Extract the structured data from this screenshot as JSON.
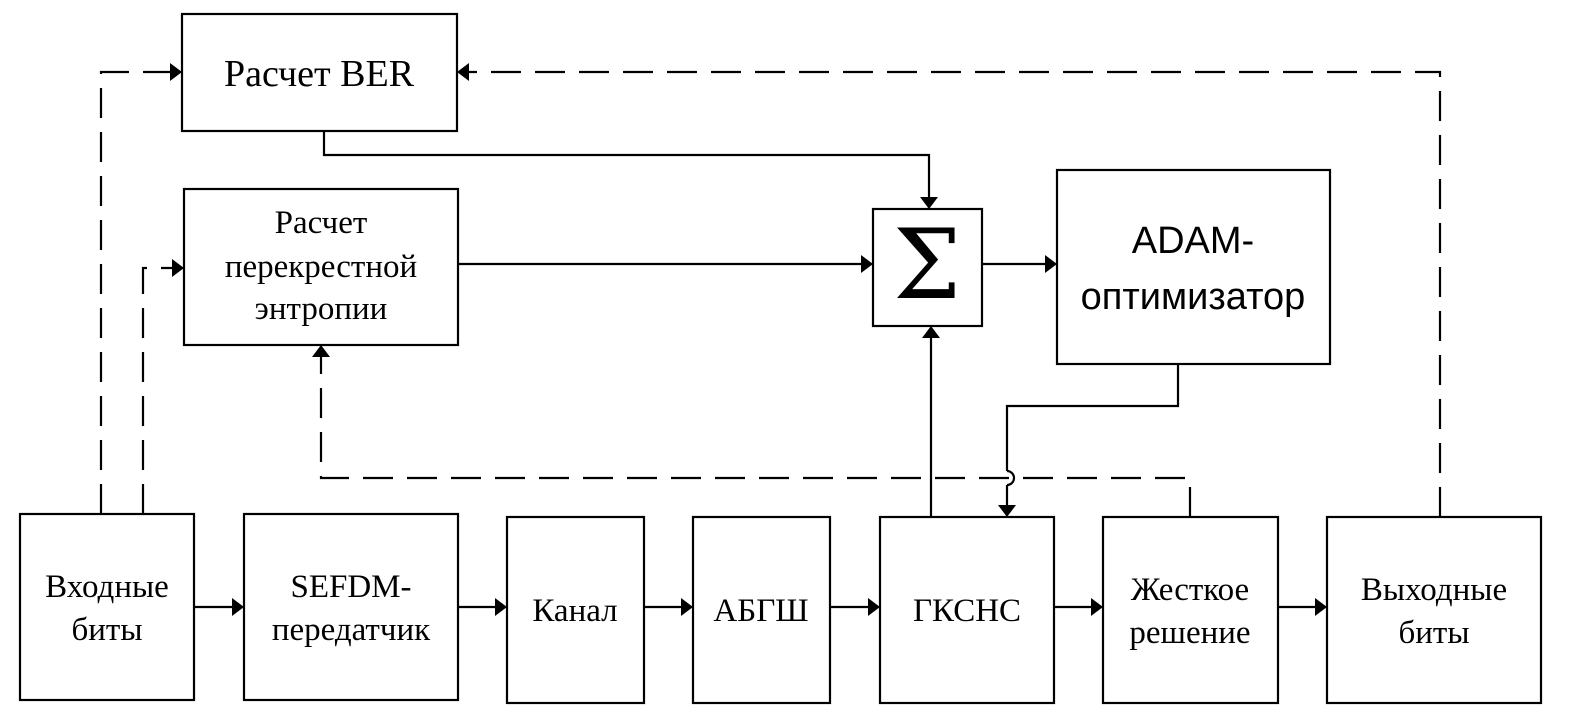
{
  "blocks": {
    "ber": {
      "lines": [
        "Расчет BER"
      ]
    },
    "entropy": {
      "lines": [
        "Расчет",
        "перекрестной",
        "энтропии"
      ]
    },
    "sum": {
      "lines": [
        "Σ"
      ]
    },
    "adam": {
      "lines": [
        "ADAM-",
        "оптимизатор"
      ]
    },
    "input": {
      "lines": [
        "Входные",
        "биты"
      ]
    },
    "transmitter": {
      "lines": [
        "SEFDM-",
        "передатчик"
      ]
    },
    "channel": {
      "lines": [
        "Канал"
      ]
    },
    "awgn": {
      "lines": [
        "АБГШ"
      ]
    },
    "gksns": {
      "lines": [
        "ГКСНС"
      ]
    },
    "hard": {
      "lines": [
        "Жесткое",
        "решение"
      ]
    },
    "output": {
      "lines": [
        "Выходные",
        "биты"
      ]
    }
  }
}
